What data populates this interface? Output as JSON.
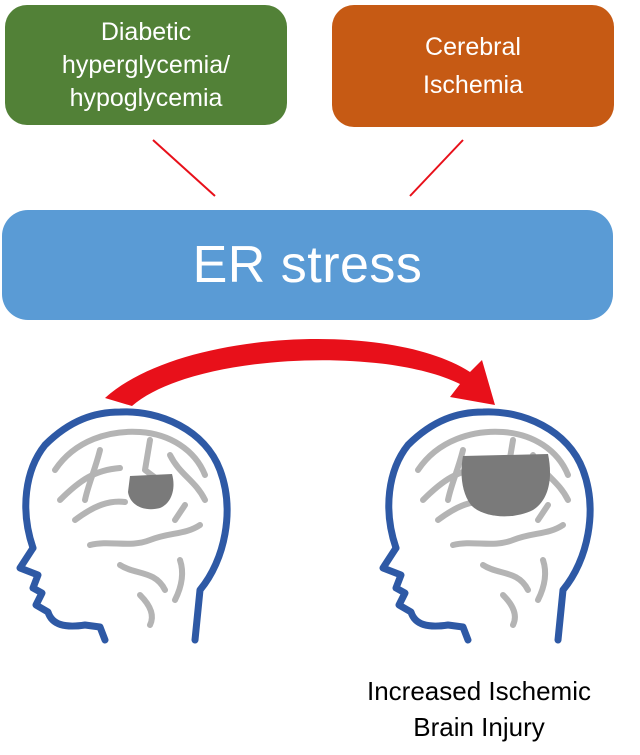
{
  "cause_boxes": {
    "diabetic": {
      "line1": "Diabetic",
      "line2": "hyperglycemia/",
      "line3": "hypoglycemia",
      "color": "#528137"
    },
    "ischemia": {
      "line1": "Cerebral",
      "line2": "Ischemia",
      "color": "#c65a14"
    }
  },
  "er_stress": {
    "label": "ER stress",
    "color": "#5a9bd5"
  },
  "outcome": {
    "line1": "Increased Ischemic",
    "line2": "Brain Injury"
  },
  "colors": {
    "connector": "#e8101a",
    "arrow": "#e8101a",
    "head_outline": "#2e59a5",
    "brain_vessels": "#b4b4b4",
    "lesion": "#7a7a7a"
  }
}
